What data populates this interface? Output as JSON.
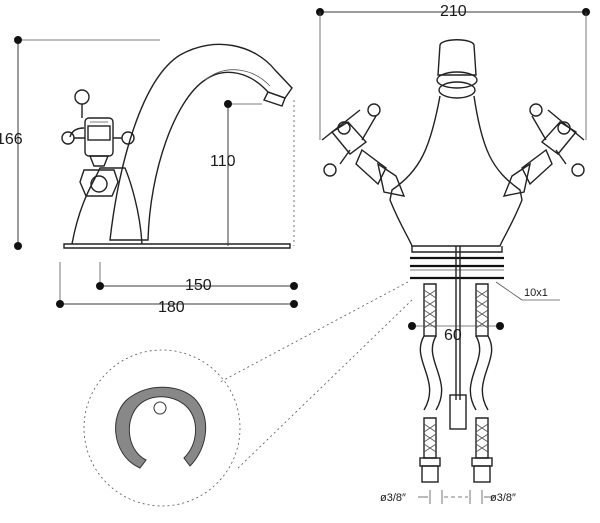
{
  "dimensions": {
    "width_total": "210",
    "height_total": "166",
    "spout_height": "110",
    "spout_reach": "150",
    "base_length": "180",
    "hose_spacing": "60",
    "washer_note": "10x1",
    "thread_left": "ø3/8″",
    "thread_right": "ø3/8″"
  }
}
